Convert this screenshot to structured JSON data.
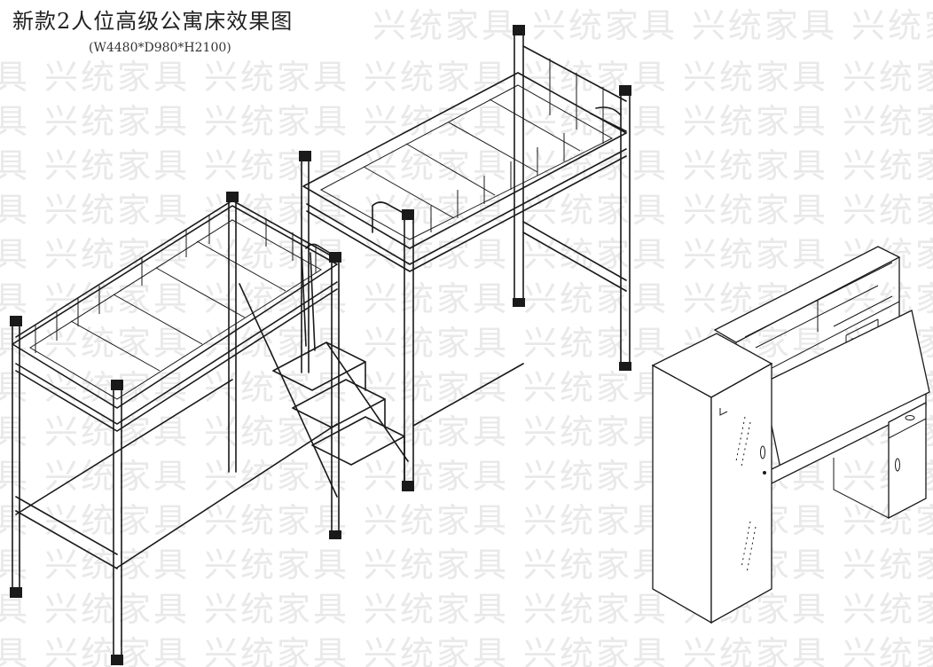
{
  "title": "新款2人位高级公寓床效果图",
  "dimensions": "(W4480*D980*H2100)",
  "watermark": "兴统家具"
}
